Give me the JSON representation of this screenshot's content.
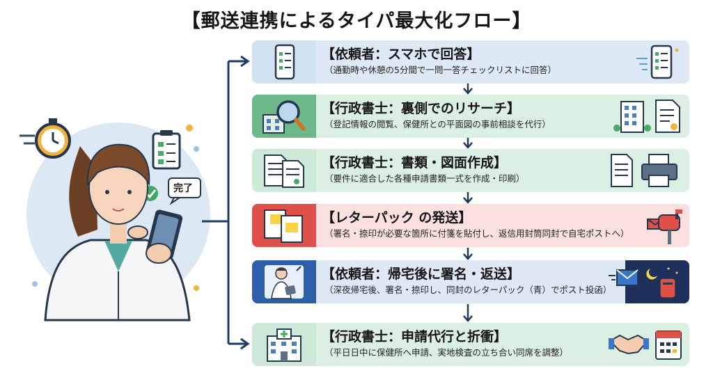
{
  "title": "【郵送連携によるタイパ最大化フロー】",
  "illustration": {
    "bubble_text": "完了"
  },
  "steps": [
    {
      "heading": "【依頼者：スマホで回答】",
      "detail": "（通勤時や休憩の5分間で一問一答チェックリストに回答）"
    },
    {
      "heading": "【行政書士：裏側でのリサーチ】",
      "detail": "（登記情報の閲覧、保健所との平面図の事前相談を代行）"
    },
    {
      "heading": "【行政書士：書類・図面作成】",
      "detail": "（要件に適合した各種申請書類一式を作成・印刷）"
    },
    {
      "heading": "【レターパック の発送】",
      "detail": "（署名・捺印が必要な箇所に付箋を貼付し、返信用封筒同封で自宅ポストへ）"
    },
    {
      "heading": "【依頼者：帰宅後に署名・返送】",
      "detail": "（深夜帰宅後、署名・捺印し、同封のレターパック（青）でポスト投函）"
    },
    {
      "heading": "【行政書士：申請代行と折衝】",
      "detail": "（平日日中に保健所へ申請、実地検査の立ち合い同席を調整）"
    }
  ],
  "colors": {
    "accent_navy": "#1f3b63",
    "green": "#6db98c",
    "red": "#e0504a",
    "blue": "#2f5fa8"
  }
}
